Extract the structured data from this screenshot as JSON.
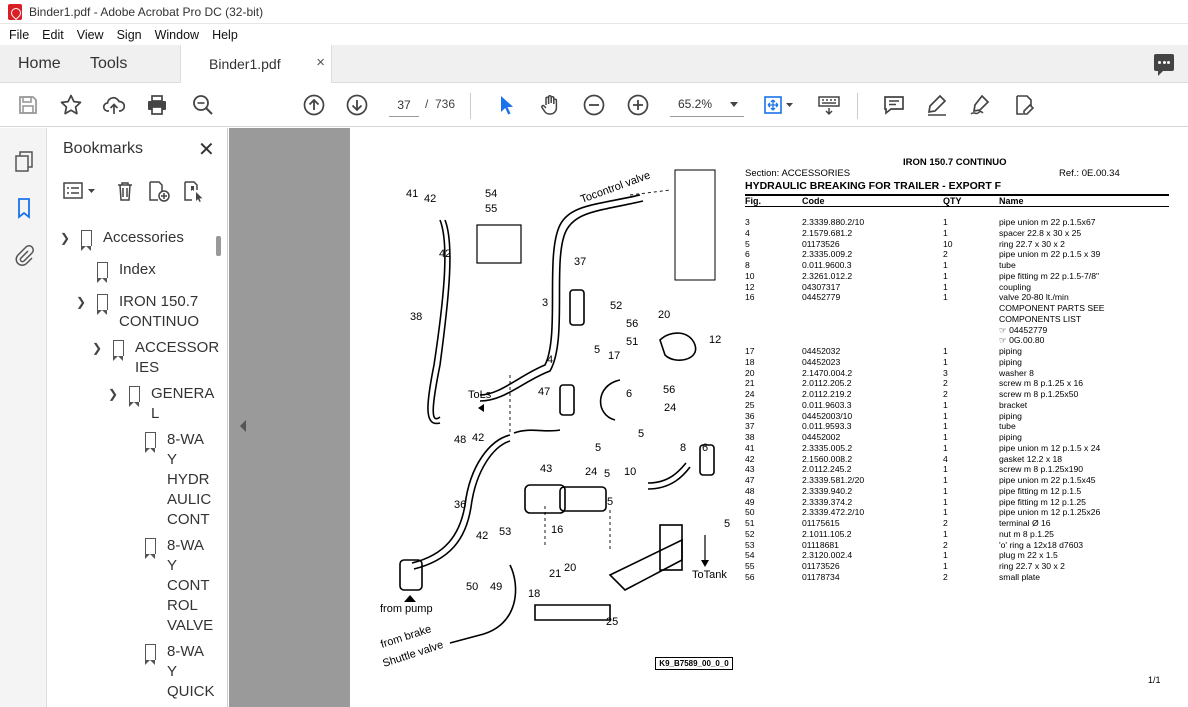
{
  "window": {
    "title": "Binder1.pdf - Adobe Acrobat Pro DC (32-bit)"
  },
  "menu": [
    "File",
    "Edit",
    "View",
    "Sign",
    "Window",
    "Help"
  ],
  "tabs": {
    "home": "Home",
    "tools": "Tools",
    "document": "Binder1.pdf",
    "close": "×"
  },
  "toolbar": {
    "current_page": "37",
    "page_separator": "/",
    "total_pages": "736",
    "zoom": "65.2%"
  },
  "icons": {
    "save": "save-icon",
    "bookmark_star": "star-icon",
    "upload": "upload-icon",
    "print": "print-icon",
    "find": "zoom-find-icon",
    "prev_page": "arrow-up-circle-icon",
    "next_page": "arrow-down-circle-icon",
    "select": "cursor-icon",
    "hand": "hand-icon",
    "zoom_out": "minus-circle-icon",
    "zoom_in": "plus-circle-icon",
    "fit": "fit-page-icon",
    "scroll_mode": "keyboard-icon",
    "comment": "comment-icon",
    "highlight": "pen-icon",
    "sign": "sign-icon",
    "edit": "edit-icon",
    "share_chat": "chat-icon"
  },
  "bookmarks": {
    "title": "Bookmarks",
    "close": "✕",
    "items": [
      {
        "label": "Accessories",
        "level": 0,
        "expanded": true
      },
      {
        "label": "Index",
        "level": 1,
        "expanded": null
      },
      {
        "label": "IRON 150.7\nCONTINUO",
        "level": 1,
        "expanded": true
      },
      {
        "label": "ACCESSOR\nIES",
        "level": 2,
        "expanded": true
      },
      {
        "label": "GENERA\nL",
        "level": 3,
        "expanded": true
      },
      {
        "label": "8-WA\nY\nHYDR\nAULIC\nCONT",
        "level": 4,
        "expanded": null
      },
      {
        "label": "8-WA\nY\nCONT\nROL\nVALVE",
        "level": 4,
        "expanded": null
      },
      {
        "label": "8-WA\nY\nQUICK",
        "level": 4,
        "expanded": null
      }
    ]
  },
  "document": {
    "title": "IRON 150.7 CONTINUO",
    "section": "Section: ACCESSORIES",
    "ref": "Ref.: 0E.00.34",
    "heading": "HYDRAULIC BREAKING FOR TRAILER - EXPORT F",
    "columns": {
      "fig": "Fig.",
      "code": "Code",
      "qty": "QTY",
      "name": "Name"
    },
    "parts": [
      [
        "3",
        "2.3339.880.2/10",
        "1",
        "pipe union m 22 p.1.5x67"
      ],
      [
        "4",
        "2.1579.681.2",
        "1",
        "spacer 22.8 x 30 x 25"
      ],
      [
        "5",
        "01173526",
        "10",
        "ring 22.7 x 30 x 2"
      ],
      [
        "6",
        "2.3335.009.2",
        "2",
        "pipe union m 22 p.1.5 x 39"
      ],
      [
        "8",
        "0.011.9600.3",
        "1",
        "tube"
      ],
      [
        "10",
        "2.3261.012.2",
        "1",
        "pipe fitting m 22 p.1.5-7/8\""
      ],
      [
        "12",
        "04307317",
        "1",
        "coupling"
      ],
      [
        "16",
        "04452779",
        "1",
        "valve 20-80 lt./min"
      ],
      [
        "",
        "",
        "",
        "COMPONENT PARTS SEE"
      ],
      [
        "",
        "",
        "",
        "COMPONENTS LIST"
      ],
      [
        "",
        "",
        "",
        "☞ 04452779"
      ],
      [
        "",
        "",
        "",
        "☞ 0G.00.80"
      ],
      [
        "17",
        "04452032",
        "1",
        "piping"
      ],
      [
        "18",
        "04452023",
        "1",
        "piping"
      ],
      [
        "20",
        "2.1470.004.2",
        "3",
        "washer 8"
      ],
      [
        "21",
        "2.0112.205.2",
        "2",
        "screw m 8 p.1.25 x 16"
      ],
      [
        "24",
        "2.0112.219.2",
        "2",
        "screw m 8 p.1.25x50"
      ],
      [
        "25",
        "0.011.9603.3",
        "1",
        "bracket"
      ],
      [
        "36",
        "04452003/10",
        "1",
        "piping"
      ],
      [
        "37",
        "0.011.9593.3",
        "1",
        "tube"
      ],
      [
        "38",
        "04452002",
        "1",
        "piping"
      ],
      [
        "41",
        "2.3335.005.2",
        "1",
        "pipe union m 12 p.1.5 x 24"
      ],
      [
        "42",
        "2.1560.008.2",
        "4",
        "gasket 12.2 x 18"
      ],
      [
        "43",
        "2.0112.245.2",
        "1",
        "screw m 8 p.1.25x190"
      ],
      [
        "47",
        "2.3339.581.2/20",
        "1",
        "pipe union m 22 p.1.5x45"
      ],
      [
        "48",
        "2.3339.940.2",
        "1",
        "pipe fitting m 12 p.1.5"
      ],
      [
        "49",
        "2.3339.374.2",
        "1",
        "pipe fitting m 12 p.1.25"
      ],
      [
        "50",
        "2.3339.472.2/10",
        "1",
        "pipe union m 12 p.1.25x26"
      ],
      [
        "51",
        "01175615",
        "2",
        "terminal Ø 16"
      ],
      [
        "52",
        "2.1011.105.2",
        "1",
        "nut m 8 p.1.25"
      ],
      [
        "53",
        "01118681",
        "2",
        "'o' ring a 12x18 d7603"
      ],
      [
        "54",
        "2.3120.002.4",
        "1",
        "plug m 22 x 1.5"
      ],
      [
        "55",
        "01173526",
        "1",
        "ring 22.7 x 30 x 2"
      ],
      [
        "56",
        "01178734",
        "2",
        "small plate"
      ]
    ],
    "drawing_code": "K9_B7589_00_0_0",
    "page_count": "1/1",
    "diagram_labels": {
      "to_control_valve": "Tocontrol valve",
      "to_ls": "ToLs",
      "to_tank": "ToTank",
      "from_pump": "from pump",
      "from_brake": "from brake",
      "shuttle_valve": "Shuttle valve",
      "numbers": [
        "41",
        "42",
        "42",
        "54",
        "55",
        "37",
        "38",
        "3",
        "4",
        "5",
        "52",
        "20",
        "56",
        "51",
        "12",
        "17",
        "5",
        "6",
        "56",
        "24",
        "47",
        "5",
        "48",
        "42",
        "36",
        "8",
        "6",
        "43",
        "24",
        "5",
        "10",
        "16",
        "53",
        "42",
        "49",
        "50",
        "21",
        "20",
        "18",
        "25",
        "5",
        "5"
      ]
    }
  }
}
